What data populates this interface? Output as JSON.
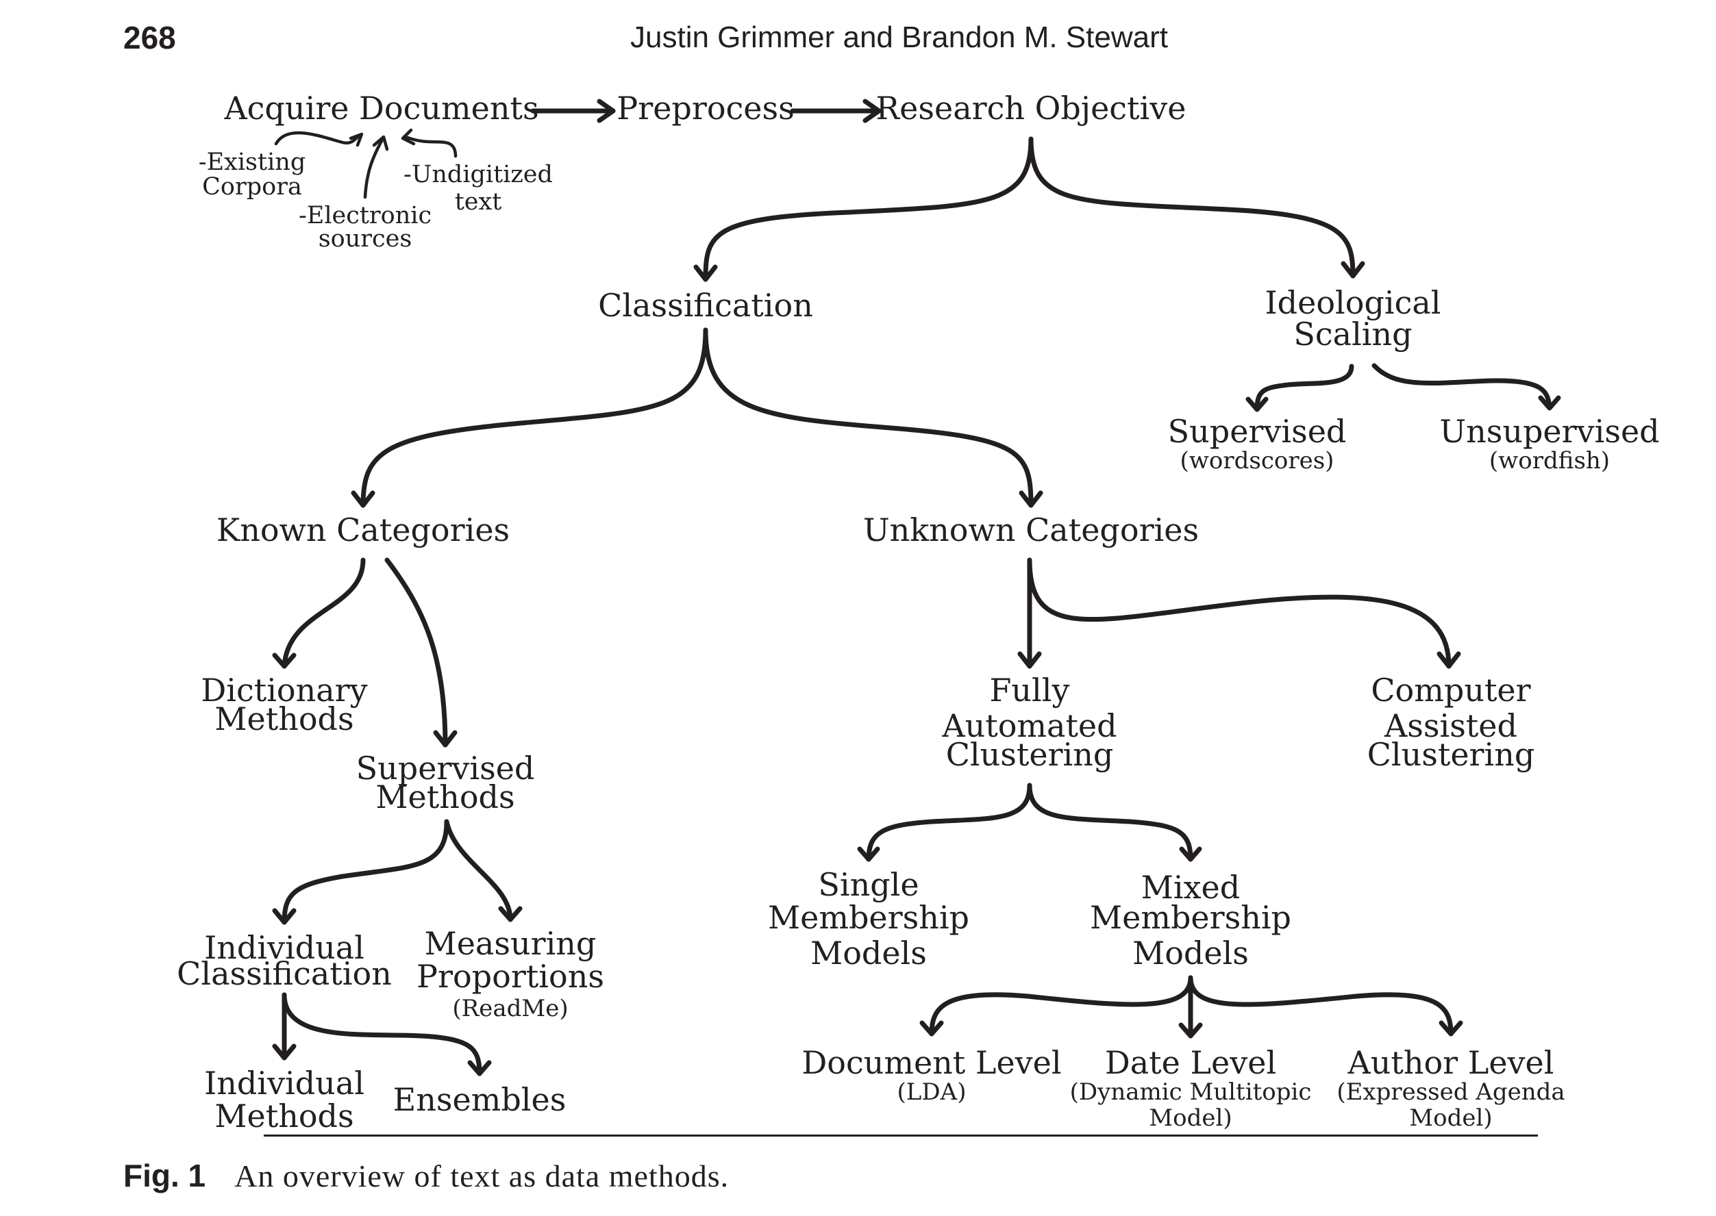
{
  "header": {
    "page_number": "268",
    "running_head": "Justin Grimmer and Brandon M. Stewart"
  },
  "diagram": {
    "nodes": {
      "acquire": "Acquire Documents",
      "preprocess": "Preprocess",
      "research_objective": "Research Objective",
      "existing_1": "-Existing",
      "existing_2": "Corpora",
      "electronic_1": "-Electronic",
      "electronic_2": "sources",
      "undigitized_1": "-Undigitized",
      "undigitized_2": "text",
      "classification": "Classification",
      "ideological_1": "Ideological",
      "ideological_2": "Scaling",
      "scaling_supervised": "Supervised",
      "scaling_supervised_sub": "(wordscores)",
      "scaling_unsupervised": "Unsupervised",
      "scaling_unsupervised_sub": "(wordfish)",
      "known": "Known Categories",
      "unknown": "Unknown Categories",
      "dictionary_1": "Dictionary",
      "dictionary_2": "Methods",
      "supervised_methods_1": "Supervised",
      "supervised_methods_2": "Methods",
      "fully_1": "Fully",
      "fully_2": "Automated",
      "fully_3": "Clustering",
      "computer_1": "Computer",
      "computer_2": "Assisted",
      "computer_3": "Clustering",
      "individual_class_1": "Individual",
      "individual_class_2": "Classification",
      "measuring_1": "Measuring",
      "measuring_2": "Proportions",
      "measuring_sub": "(ReadMe)",
      "single_1": "Single",
      "single_2": "Membership",
      "single_3": "Models",
      "mixed_1": "Mixed",
      "mixed_2": "Membership",
      "mixed_3": "Models",
      "individual_methods_1": "Individual",
      "individual_methods_2": "Methods",
      "ensembles": "Ensembles",
      "document_level": "Document Level",
      "document_level_sub": "(LDA)",
      "date_level": "Date Level",
      "date_level_sub_1": "(Dynamic Multitopic",
      "date_level_sub_2": "Model)",
      "author_level": "Author Level",
      "author_level_sub_1": "(Expressed Agenda",
      "author_level_sub_2": "Model)"
    }
  },
  "caption": {
    "label": "Fig. 1",
    "text": "An overview of text as data methods."
  }
}
